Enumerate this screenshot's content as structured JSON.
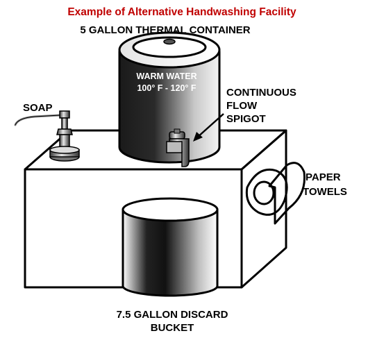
{
  "title": "Example of Alternative Handwashing Facility",
  "labels": {
    "container": "5 GALLON THERMAL CONTAINER",
    "warm_water_line1": "WARM WATER",
    "warm_water_line2": "100° F - 120° F",
    "spigot_line1": "CONTINUOUS",
    "spigot_line2": "FLOW",
    "spigot_line3": "SPIGOT",
    "soap": "SOAP",
    "towels_line1": "PAPER",
    "towels_line2": "TOWELS",
    "bucket_line1": "7.5 GALLON DISCARD",
    "bucket_line2": "BUCKET"
  },
  "colors": {
    "title": "#c00000",
    "outline": "#000000",
    "background": "#ffffff"
  }
}
